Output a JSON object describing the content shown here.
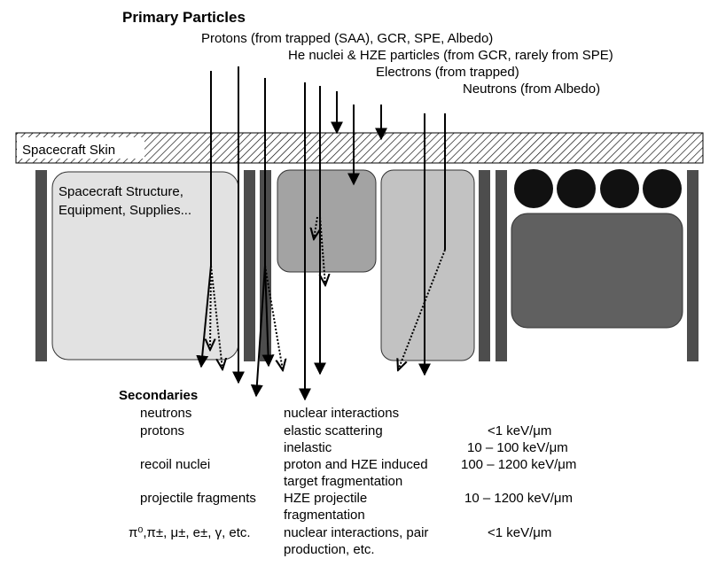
{
  "title": "Primary Particles",
  "primary_sources": [
    "Protons (from trapped (SAA), GCR, SPE, Albedo)",
    "He nuclei & HZE particles (from GCR, rarely from SPE)",
    "Electrons (from trapped)",
    "Neutrons (from Albedo)"
  ],
  "skin_label": "Spacecraft Skin",
  "structure_label": [
    "Spacecraft Structure,",
    "Equipment, Supplies..."
  ],
  "secondaries": {
    "heading": "Secondaries",
    "rows": [
      {
        "particle": "neutrons",
        "interaction": [
          "nuclear interactions"
        ],
        "let": ""
      },
      {
        "particle": "protons",
        "interaction": [
          "elastic scattering"
        ],
        "let": "<1 keV/μm"
      },
      {
        "particle": "",
        "interaction": [
          "inelastic"
        ],
        "let": "10 – 100 keV/μm"
      },
      {
        "particle": "recoil nuclei",
        "interaction": [
          "proton and HZE induced",
          "target fragmentation"
        ],
        "let": "100 – 1200 keV/μm"
      },
      {
        "particle": "projectile fragments",
        "interaction": [
          "HZE projectile",
          "fragmentation"
        ],
        "let": "10 – 1200 keV/μm"
      },
      {
        "particle": "π⁰,π±, μ±, e±, γ, etc.",
        "interaction": [
          "nuclear interactions, pair",
          "production, etc."
        ],
        "let": "<1 keV/μm"
      }
    ]
  },
  "colors": {
    "skin_hatch": "#000000",
    "block_light": "#e2e2e2",
    "block_mid": "#a3a3a3",
    "block_lightmid": "#c2c2c2",
    "block_dark": "#606060",
    "bar": "#4d4d4d",
    "circle": "#111111"
  }
}
